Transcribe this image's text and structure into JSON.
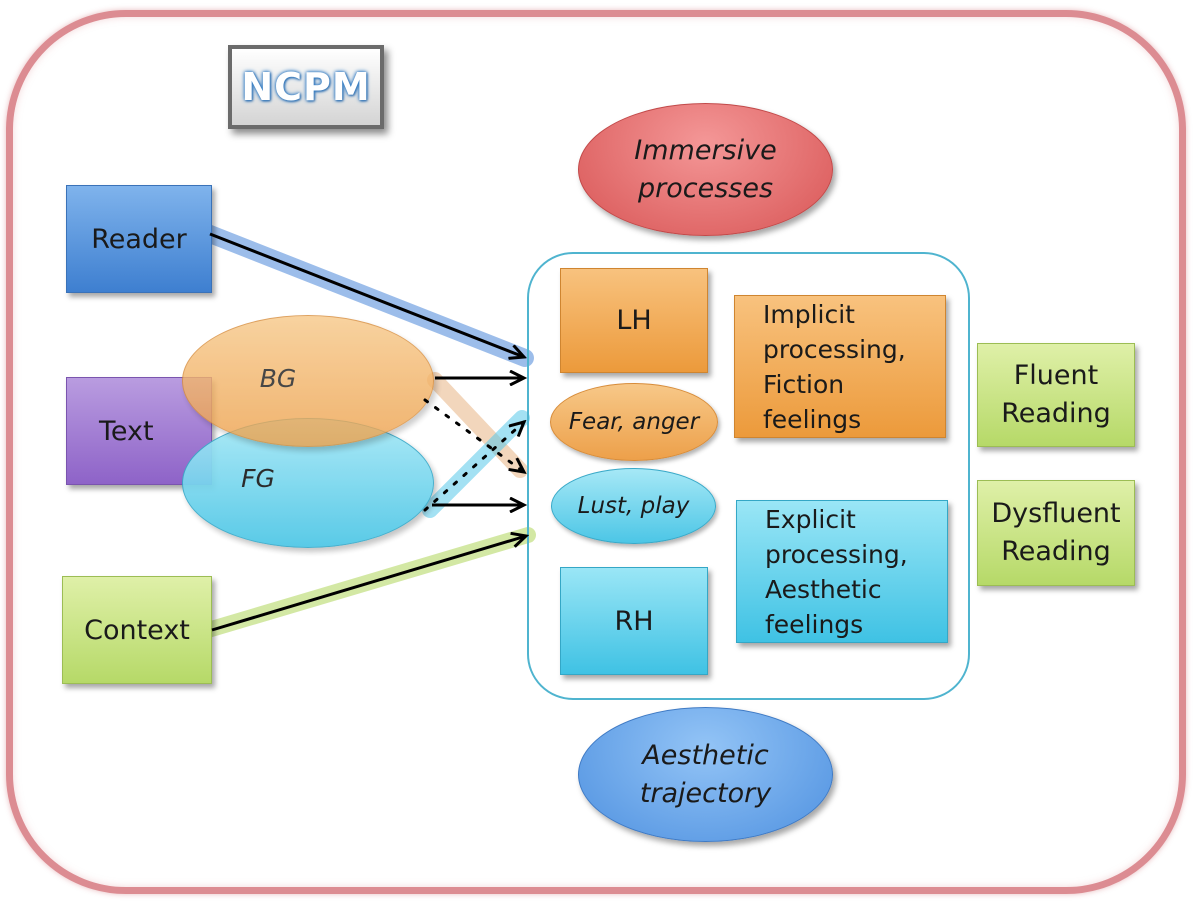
{
  "title": "NCPM",
  "inputs": {
    "reader": "Reader",
    "text": "Text",
    "context": "Context"
  },
  "text_parts": {
    "bg": "BG",
    "fg": "FG"
  },
  "trajectories": {
    "immersive": [
      "Immersive",
      "processes"
    ],
    "aesthetic": [
      "Aesthetic",
      "trajectory"
    ]
  },
  "hemispheres": {
    "lh": "LH",
    "rh": "RH"
  },
  "emotions": {
    "fear_anger": "Fear, anger",
    "lust_play": "Lust, play"
  },
  "processing": {
    "implicit": [
      "Implicit",
      "processing,",
      "Fiction",
      "feelings"
    ],
    "explicit": [
      "Explicit",
      "processing,",
      "Aesthetic",
      "feelings"
    ]
  },
  "outcomes": {
    "fluent": [
      "Fluent",
      "Reading"
    ],
    "dysfluent": [
      "Dysfluent",
      "Reading"
    ]
  },
  "colors": {
    "frame": "#dc8c92",
    "reader_glow": "#4a86d8",
    "bg_glow": "#e3a46a",
    "fg_glow": "#58c8ea",
    "context_glow": "#b6d968"
  }
}
